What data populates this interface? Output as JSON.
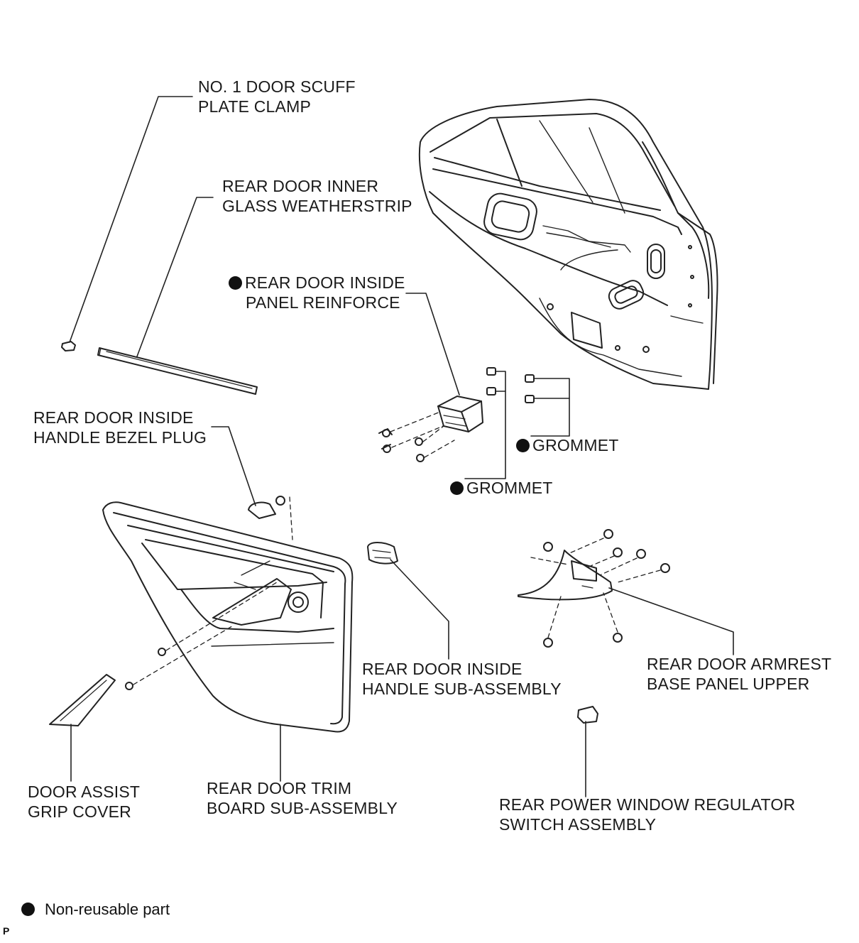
{
  "labels": {
    "scuff_clamp": [
      "NO. 1 DOOR SCUFF",
      "PLATE CLAMP"
    ],
    "inner_weatherstrip": [
      "REAR DOOR INNER",
      "GLASS WEATHERSTRIP"
    ],
    "panel_reinforce": [
      "REAR DOOR INSIDE",
      "PANEL REINFORCE"
    ],
    "bezel_plug": [
      "REAR DOOR INSIDE",
      "HANDLE BEZEL PLUG"
    ],
    "grommet_right": "GROMMET",
    "grommet_left": "GROMMET",
    "inside_handle": [
      "REAR DOOR INSIDE",
      "HANDLE SUB-ASSEMBLY"
    ],
    "armrest_panel": [
      "REAR DOOR ARMREST",
      "BASE PANEL UPPER"
    ],
    "assist_grip": [
      "DOOR ASSIST",
      "GRIP COVER"
    ],
    "trim_board": [
      "REAR DOOR TRIM",
      "BOARD SUB-ASSEMBLY"
    ],
    "window_switch": [
      "REAR POWER WINDOW REGULATOR",
      "SWITCH ASSEMBLY"
    ]
  },
  "legend": {
    "text": "Non-reusable part"
  },
  "corner_mark": "P"
}
